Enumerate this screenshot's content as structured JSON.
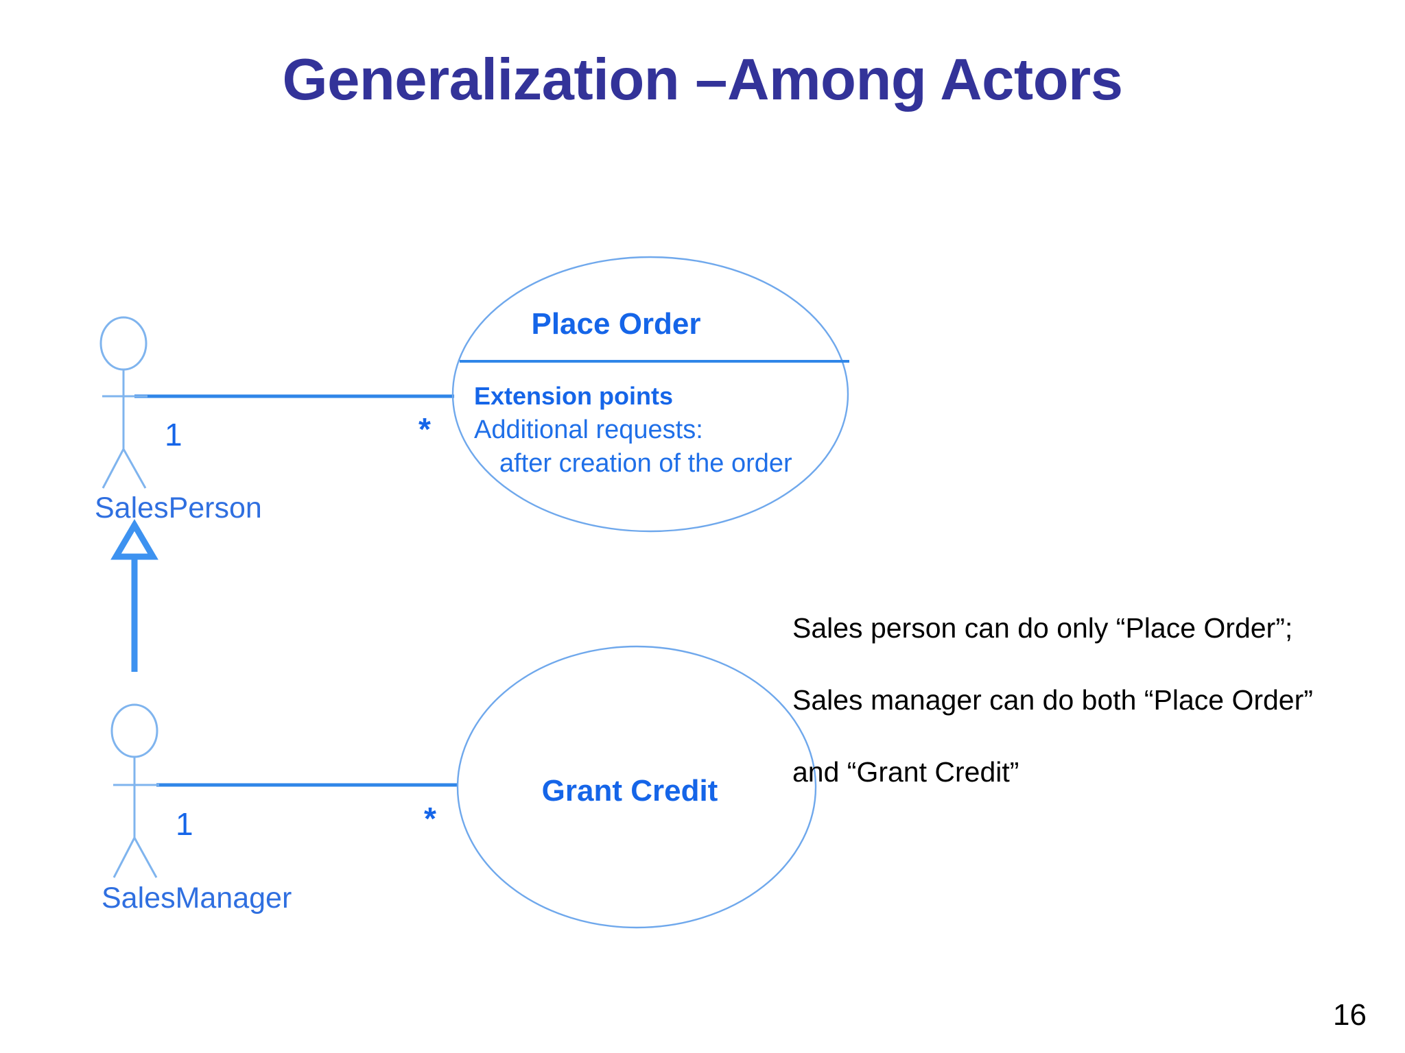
{
  "slide": {
    "title": "Generalization –Among Actors",
    "page_number": "16",
    "title_color": "#333399",
    "accent_color": "#1565e8",
    "outline_color": "#6fa8ec"
  },
  "actors": [
    {
      "id": "salesperson",
      "label": "SalesPerson",
      "multiplicity": "1"
    },
    {
      "id": "salesmanager",
      "label": "SalesManager",
      "multiplicity": "1"
    }
  ],
  "use_cases": [
    {
      "id": "place-order",
      "name": "Place Order",
      "has_compartment": true,
      "compartment_heading": "Extension points",
      "compartment_lines": [
        "Additional requests:",
        "after creation of the order"
      ],
      "multiplicity": "*"
    },
    {
      "id": "grant-credit",
      "name": "Grant Credit",
      "has_compartment": false,
      "multiplicity": "*"
    }
  ],
  "relationships": {
    "generalization": {
      "from": "SalesManager",
      "to": "SalesPerson",
      "type": "generalization"
    }
  },
  "note": {
    "line1": "Sales person can do only “Place Order”;",
    "line2": "Sales manager can do both “Place Order”",
    "line3": "and “Grant Credit”"
  }
}
